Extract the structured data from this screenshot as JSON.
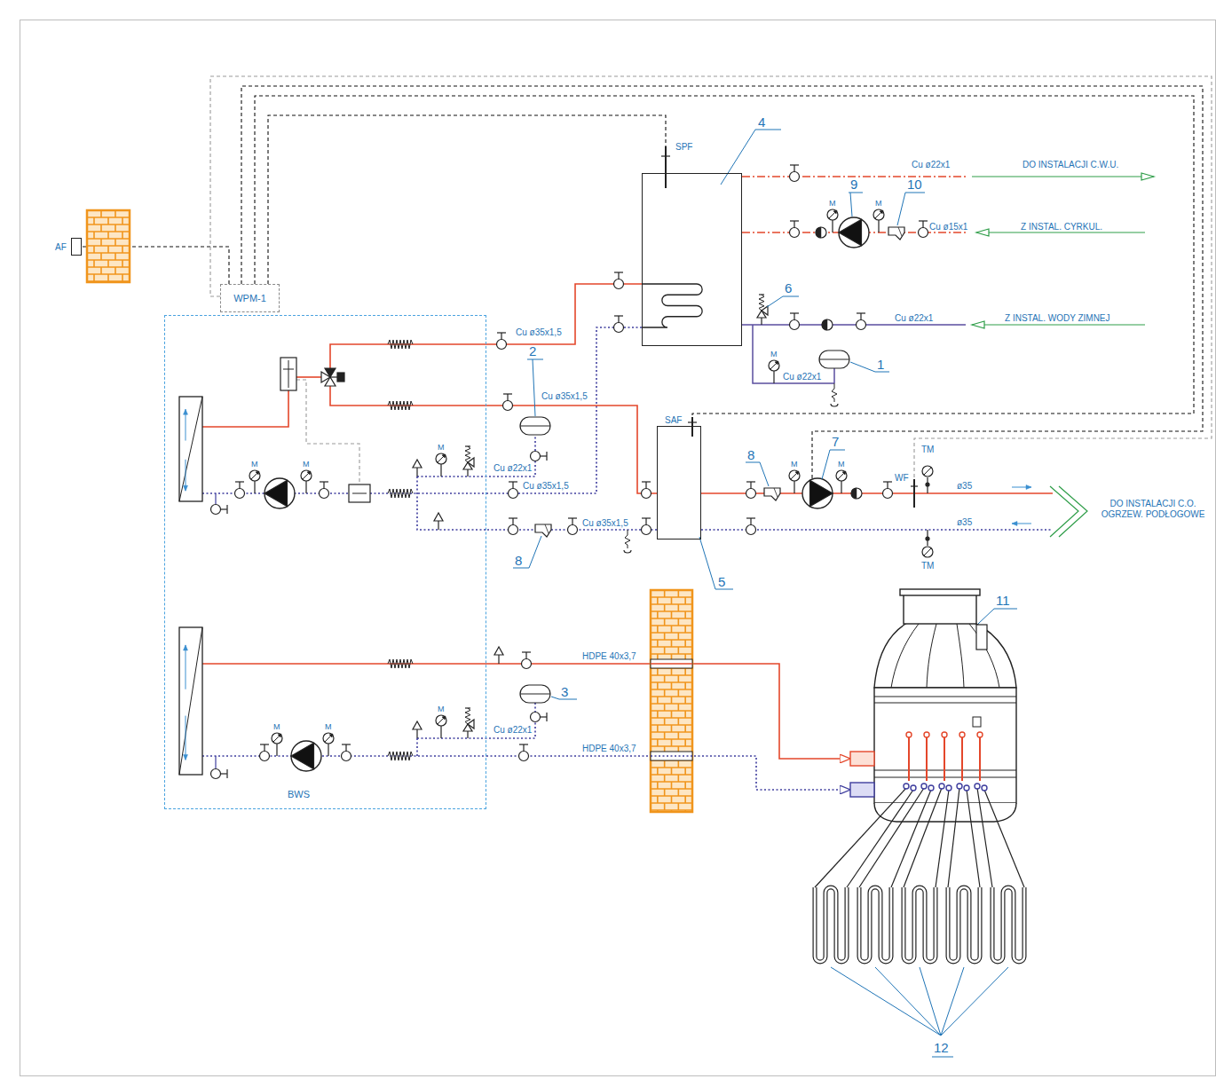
{
  "diagram": {
    "nodes": [
      {
        "text": [
          "AF"
        ]
      },
      {
        "text": [
          "WPM-1"
        ]
      },
      {
        "text": [
          "BWS"
        ]
      },
      {
        "text": [
          "SPF",
          "4"
        ]
      },
      {
        "text": [
          "SAF",
          "5"
        ]
      },
      {
        "text": [
          "11"
        ]
      }
    ],
    "edges": [
      {
        "from": 1,
        "to": 0,
        "arrow": "none"
      },
      {
        "from": 1,
        "to": 3,
        "arrow": "none"
      },
      {
        "from": 1,
        "to": 4,
        "arrow": "none"
      },
      {
        "from": 2,
        "to": 3,
        "label": "Cu ø35x1,5",
        "arrow": "none"
      },
      {
        "from": 3,
        "to": 2,
        "label": "Cu ø35x1,5",
        "arrow": "none"
      },
      {
        "from": 2,
        "to": 4,
        "label": "Cu ø35x1,5",
        "arrow": "none"
      },
      {
        "from": 4,
        "to": 2,
        "label": "Cu ø35x1,5",
        "arrow": "none"
      },
      {
        "from": 2,
        "to": 5,
        "label": "HDPE 40x3,7",
        "arrow": "to"
      },
      {
        "from": 2,
        "to": 5,
        "label": "HDPE 40x3,7",
        "arrow": "to"
      }
    ],
    "labels": [
      "Cu ø22x1",
      "DO INSTALACJI C.W.U.",
      "M",
      "9",
      "M",
      "10",
      "Cu ø15x1",
      "Z INSTAL. CYRKUL.",
      "6",
      "Cu ø22x1",
      "Z INSTAL. WODY ZIMNEJ",
      "M",
      "Cu ø22x1",
      "1",
      "2",
      "M",
      "M",
      "M",
      "Cu ø22x1",
      "8",
      "M",
      "7",
      "M",
      "TM",
      "WF",
      "ø35",
      "ø35",
      "DO INSTALACJI C.O. OGRZEW. PODŁOGOWE",
      "8",
      "TM",
      "3",
      "M",
      "Cu ø22x1",
      "M",
      "M",
      "12"
    ]
  }
}
